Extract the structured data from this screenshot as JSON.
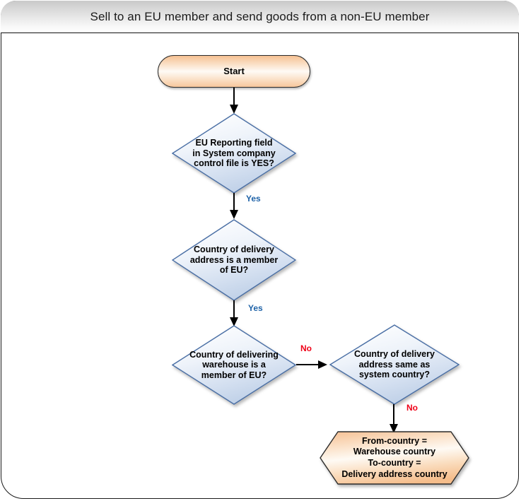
{
  "window": {
    "title": "Sell to an EU member and send goods from a non-EU member"
  },
  "colors": {
    "decision_fill_light": "#fdfdfe",
    "decision_fill_dark": "#bfd0e6",
    "decision_border": "#4a6fa5",
    "terminator_fill_light": "#fefaf5",
    "terminator_fill_dark": "#f6c193",
    "terminator_border": "#2b2b2b",
    "yes_label": "#1f63a8",
    "no_label": "#ef0017",
    "titlebar_top": "#c9c9c9",
    "titlebar_bottom": "#ffffff",
    "frame_border": "#1a1a1a",
    "connector": "#000000"
  },
  "nodes": [
    {
      "id": "start",
      "type": "terminator",
      "label": "Start"
    },
    {
      "id": "decision-eu-reporting",
      "type": "decision",
      "lines": [
        "EU Reporting field",
        "in System company",
        "control file is YES?"
      ]
    },
    {
      "id": "decision-delivery-address-eu",
      "type": "decision",
      "lines": [
        "Country of delivery",
        "address is a member",
        "of EU?"
      ]
    },
    {
      "id": "decision-warehouse-eu",
      "type": "decision",
      "lines": [
        "Country of delivering",
        "warehouse is a",
        "member of EU?"
      ]
    },
    {
      "id": "decision-delivery-same-as-system",
      "type": "decision",
      "lines": [
        "Country of delivery",
        "address same as",
        "system country?"
      ]
    },
    {
      "id": "result-from-to-country",
      "type": "hexagon",
      "lines": [
        "From-country =",
        "Warehouse country",
        "To-country =",
        "Delivery address country"
      ]
    }
  ],
  "edges": [
    {
      "id": "start-to-eu-reporting",
      "label": ""
    },
    {
      "id": "eu-reporting-to-delivery-address",
      "label": "Yes"
    },
    {
      "id": "delivery-address-to-warehouse",
      "label": "Yes"
    },
    {
      "id": "warehouse-to-delivery-same",
      "label": "No"
    },
    {
      "id": "delivery-same-to-result",
      "label": "No"
    }
  ]
}
